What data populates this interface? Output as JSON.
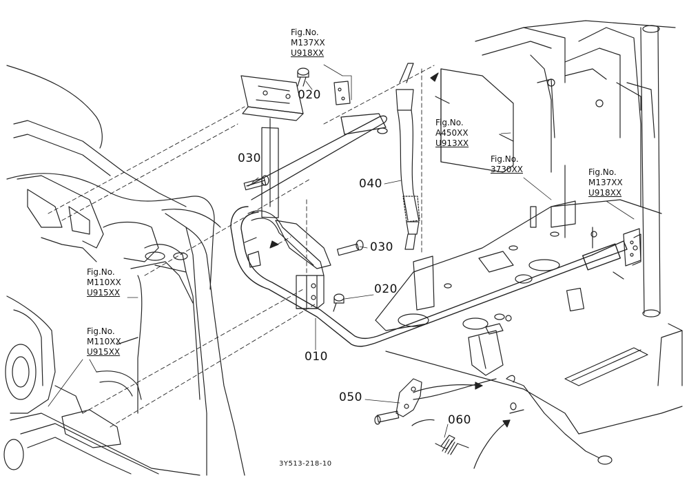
{
  "diagram": {
    "drawing_code": "3Y513-218-10",
    "part_labels": {
      "p010": "010",
      "p020a": "020",
      "p020b": "020",
      "p030a": "030",
      "p030b": "030",
      "p040": "040",
      "p050": "050",
      "p060": "060"
    },
    "fig_refs": {
      "ref_top": {
        "title": "Fig.No.",
        "line1": "M137XX",
        "line2": "U918XX"
      },
      "ref_a450": {
        "title": "Fig.No.",
        "line1": "A450XX",
        "line2": "U913XX"
      },
      "ref_3730": {
        "title": "Fig.No.",
        "line1": "3730XX"
      },
      "ref_right": {
        "title": "Fig.No.",
        "line1": "M137XX",
        "line2": "U918XX"
      },
      "ref_left1": {
        "title": "Fig.No.",
        "line1": "M110XX",
        "line2": "U915XX"
      },
      "ref_left2": {
        "title": "Fig.No.",
        "line1": "M110XX",
        "line2": "U915XX"
      }
    }
  }
}
